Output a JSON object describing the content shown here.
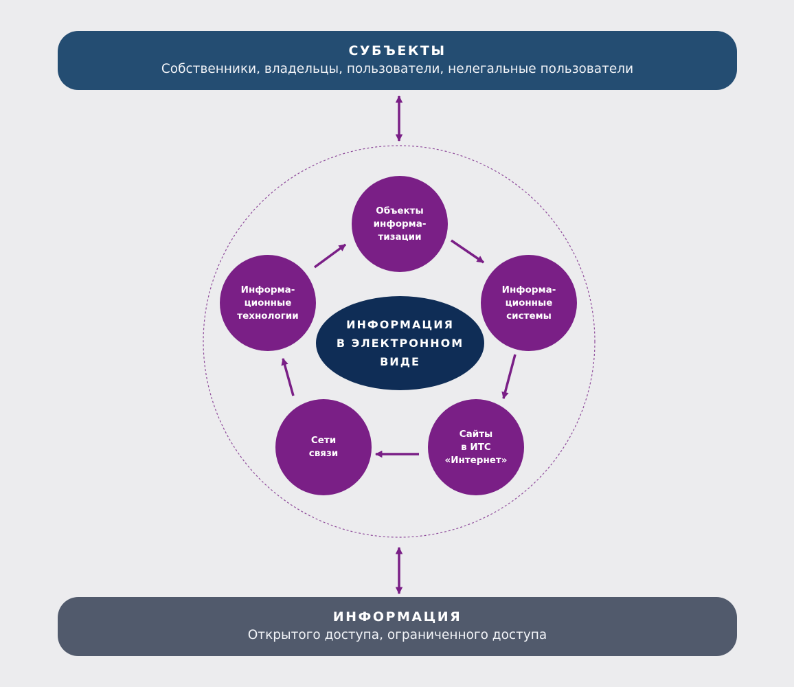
{
  "colors": {
    "background": "#ececee",
    "top_band": "#244d72",
    "bottom_band": "#515a6c",
    "node": "#7a1f86",
    "center": "#0f2d56",
    "arrow": "#7a1f86",
    "dashed_circle": "#8e4a9a"
  },
  "subjects": {
    "title": "СУБЪЕКТЫ",
    "subtitle": "Собственники, владельцы, пользователи, нелегальные пользователи"
  },
  "information": {
    "title": "ИНФОРМАЦИЯ",
    "subtitle": "Открытого доступа, ограниченного доступа"
  },
  "center": {
    "label": "ИНФОРМАЦИЯ\nВ ЭЛЕКТРОННОМ\nВИДЕ"
  },
  "nodes": [
    {
      "id": "objects",
      "label": "Объекты\nинформа-\nтизации"
    },
    {
      "id": "systems",
      "label": "Информа-\nционные\nсистемы"
    },
    {
      "id": "sites",
      "label": "Сайты\nв ИТС\n«Интернет»"
    },
    {
      "id": "networks",
      "label": "Сети\nсвязи"
    },
    {
      "id": "technologies",
      "label": "Информа-\nционные\nтехнологии"
    }
  ],
  "cycle_order": [
    "objects",
    "systems",
    "sites",
    "networks",
    "technologies",
    "objects"
  ]
}
